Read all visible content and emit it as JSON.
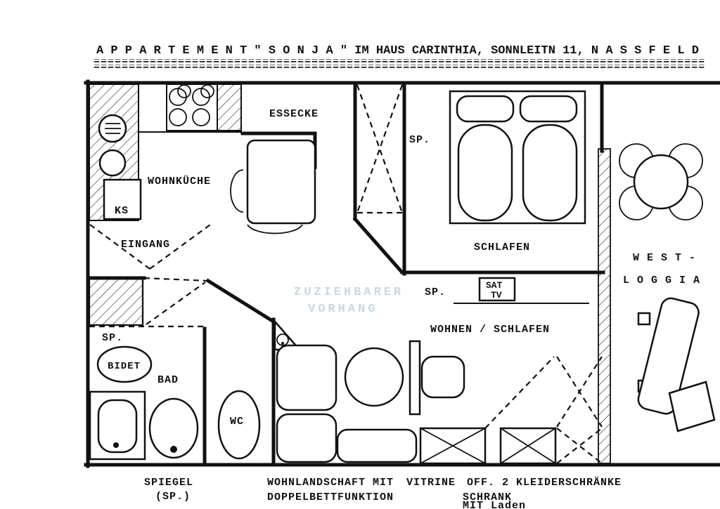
{
  "title": "A P P A R T E M E N T \" S O N J A \" IM HAUS CARINTHIA, SONNLEITN 11, N A S S F E L D",
  "underline": "==============================================================================================================",
  "rooms": {
    "essecke": "ESSECKE",
    "sp_closet": "SP.",
    "wohnkueche": "WOHNKÜCHE",
    "ks": "KS",
    "eingang": "EINGANG",
    "schlafen": "SCHLAFEN",
    "west": "W E S T -",
    "loggia": "L O G G I A",
    "sp_hall": "SP.",
    "sat": "SAT",
    "tv": "TV",
    "wohnen_schlafen": "WOHNEN / SCHLAFEN",
    "sp_bad": "SP.",
    "bidet": "BIDET",
    "bad": "BAD",
    "wc": "WC"
  },
  "watermark": {
    "line1": "ZUZIEHBARER",
    "line2": "VORHANG"
  },
  "captions": {
    "spiegel_line1": "SPIEGEL",
    "spiegel_line2": "(SP.)",
    "sofa_line1": "WOHNLANDSCHAFT MIT",
    "vitrine": "VITRINE",
    "sofa_line2": "DOPPELBETTFUNKTION",
    "wardrobe_line1": "OFF. 2 KLEIDERSCHRÄNKE",
    "wardrobe_line2": "SCHRANK",
    "wardrobe_line3": "MIT Laden"
  },
  "colors": {
    "ink": "#111111",
    "watermark": "#a9bdc9",
    "paper": "#ffffff"
  }
}
